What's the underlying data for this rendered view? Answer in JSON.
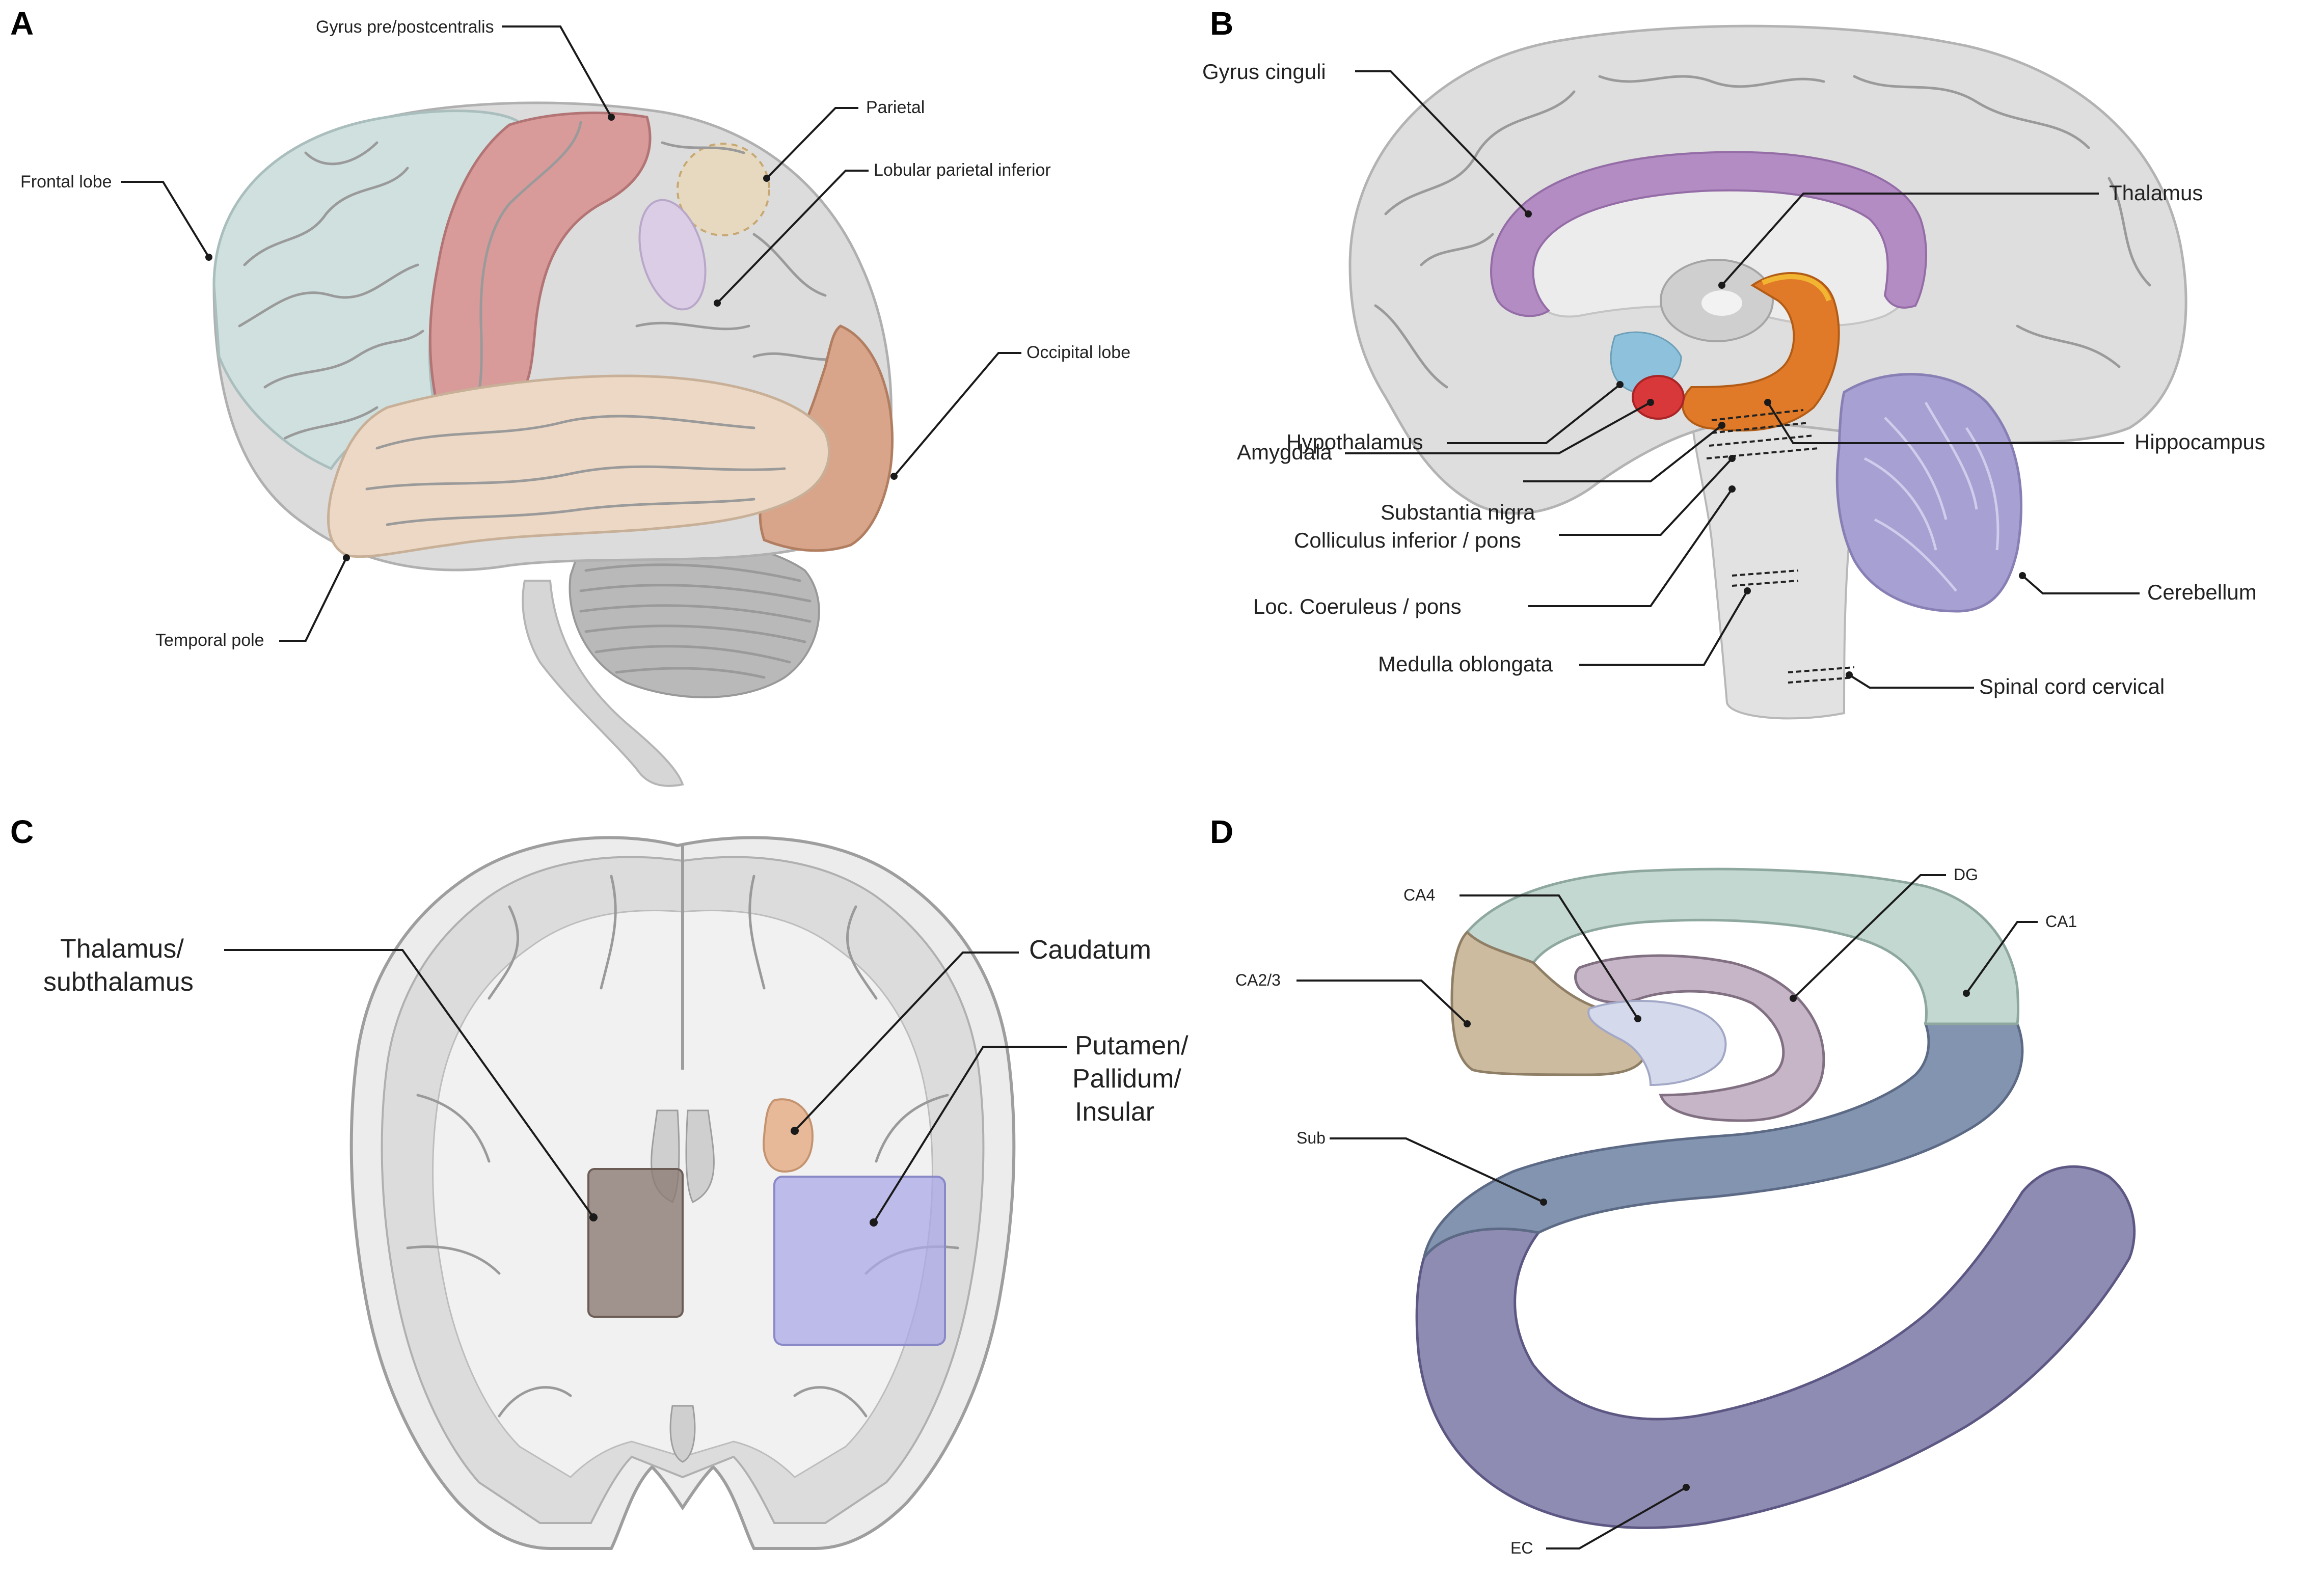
{
  "panels": {
    "A": {
      "letter": "A",
      "labels": {
        "gyrus_pre_post": "Gyrus pre/postcentralis",
        "parietal": "Parietal",
        "lobular_parietal_inferior": "Lobular parietal inferior",
        "frontal_lobe": "Frontal lobe",
        "occipital_lobe": "Occipital lobe",
        "temporal_pole": "Temporal pole"
      }
    },
    "B": {
      "letter": "B",
      "labels": {
        "gyrus_cinguli": "Gyrus cinguli",
        "thalamus": "Thalamus",
        "hypothalamus": "Hypothalamus",
        "hippocampus": "Hippocampus",
        "amygdala": "Amygdala",
        "substantia_nigra": "Substantia nigra",
        "colliculus_inferior": "Colliculus inferior / pons",
        "loc_coeruleus": "Loc. Coeruleus / pons",
        "cerebellum": "Cerebellum",
        "medulla_oblongata": "Medulla oblongata",
        "spinal_cord_cervical": "Spinal cord cervical"
      }
    },
    "C": {
      "letter": "C",
      "labels": {
        "thalamus_line1": "Thalamus/",
        "thalamus_line2": "subthalamus",
        "caudatum": "Caudatum",
        "putamen_line1": "Putamen/",
        "putamen_line2": "Pallidum/",
        "putamen_line3": "Insular"
      }
    },
    "D": {
      "letter": "D",
      "labels": {
        "ca4": "CA4",
        "dg": "DG",
        "ca1": "CA1",
        "ca23": "CA2/3",
        "sub": "Sub",
        "ec": "EC"
      }
    }
  },
  "colors": {
    "frontal": "#cfe0df",
    "precentral": "#d99a9a",
    "parietal_circle": "#e6d9bf",
    "lobular": "#dccde6",
    "temporal": "#ecd8c4",
    "occipital": "#d8a58a",
    "cingulate": "#b48cc4",
    "hypothalamus": "#8ec2dc",
    "amygdala": "#d9383a",
    "hippocampus": "#e07a28",
    "cerebellum": "#a7a0d2",
    "caudatum": "#e8b998",
    "thalamus_box": "#8c7c74",
    "putamen_box": "#a9a8e6",
    "dg": "#c6b5c6",
    "ca1": "#c4d8d2",
    "ca23": "#cdbb9f",
    "sub": "#8294b0",
    "ec": "#8f8cb4",
    "ca4": "#d4d9ec"
  }
}
